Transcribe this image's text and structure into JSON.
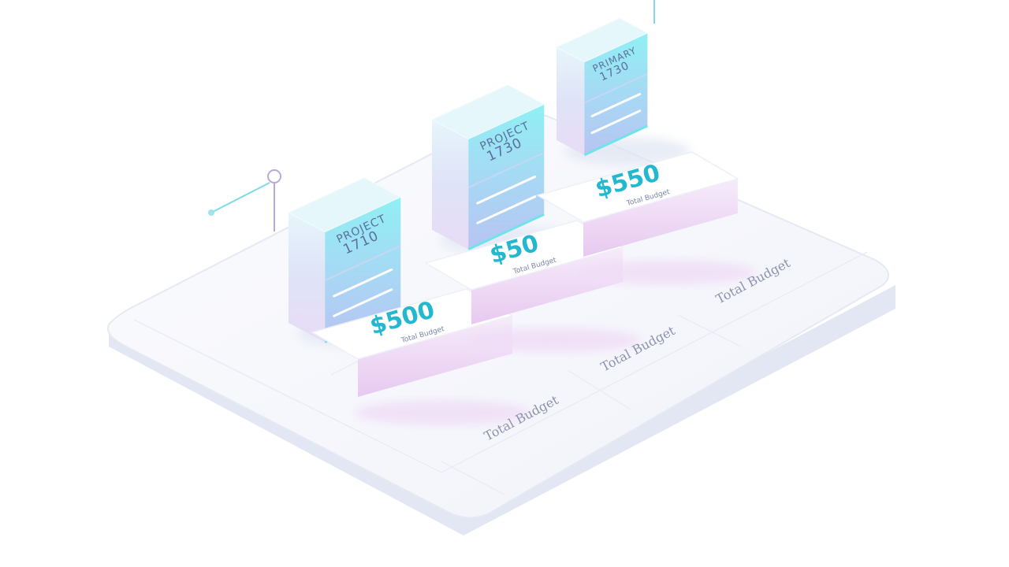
{
  "server_boxes": [
    {
      "label": "PROJECT",
      "value": "1710"
    },
    {
      "label": "PROJECT",
      "value": "1730"
    },
    {
      "label": "PRIMARY",
      "value": "1730"
    }
  ],
  "price_cards": [
    {
      "price": "$500",
      "caption": "Total Budget"
    },
    {
      "price": "$50",
      "caption": "Total Budget"
    },
    {
      "price": "$550",
      "caption": "Total Budget"
    }
  ],
  "platform_labels": [
    "Total Budget",
    "Total Budget",
    "Total Budget"
  ],
  "colors": {
    "accent_cyan": "#22b8cf",
    "box_top": "#e4f7fb",
    "box_front_top": "#7ee6ee",
    "box_front_bottom": "#b9c9f2",
    "card_face": "#ffffff",
    "card_side": "#eccdf2",
    "platform_top": "#f7f8fc",
    "platform_side": "#e3e8f4"
  }
}
